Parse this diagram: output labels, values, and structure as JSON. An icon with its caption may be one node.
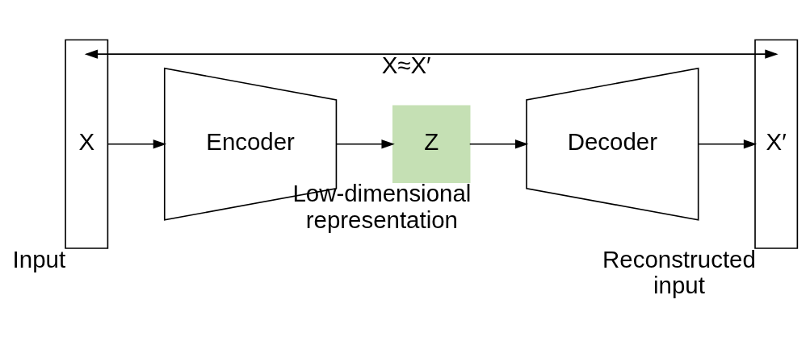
{
  "diagram": {
    "nodes": [
      {
        "text": [
          "X"
        ],
        "beside": [
          "Input"
        ]
      },
      {
        "text": [
          "Encoder"
        ]
      },
      {
        "text": [
          "Z"
        ],
        "beside": [
          "Low-dimensional representation"
        ]
      },
      {
        "text": [
          "Decoder"
        ]
      },
      {
        "text": [
          "X′"
        ],
        "beside": [
          "Reconstructed input"
        ]
      }
    ],
    "edges": [
      {
        "from": 0,
        "to": 1,
        "arrow": "to"
      },
      {
        "from": 1,
        "to": 2,
        "arrow": "to"
      },
      {
        "from": 2,
        "to": 3,
        "arrow": "to"
      },
      {
        "from": 3,
        "to": 4,
        "arrow": "to"
      },
      {
        "from": 0,
        "to": 4,
        "arrow": "both",
        "label": "X≈X′"
      }
    ]
  }
}
